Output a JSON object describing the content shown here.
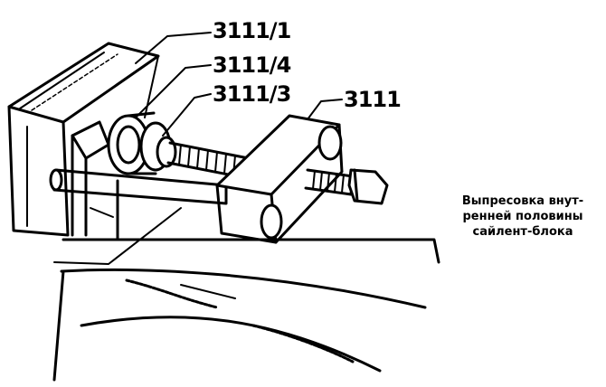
{
  "labels": {
    "part_1": "3111/1",
    "part_4": "3111/4",
    "part_3": "3111/3",
    "tool": "3111"
  },
  "caption": {
    "line1": "Выпресовка внут-",
    "line2": "ренней половины",
    "line3": "сайлент-блока"
  }
}
